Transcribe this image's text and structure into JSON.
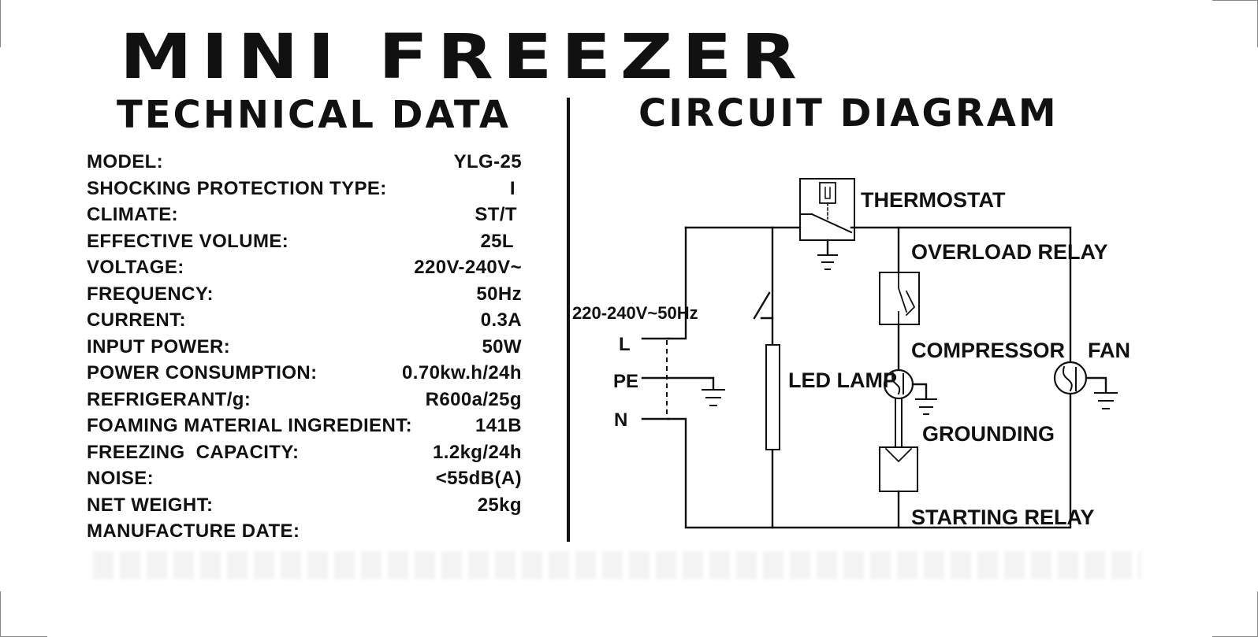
{
  "title": "MINI FREEZER",
  "technical_heading": "TECHNICAL DATA",
  "circuit_heading": "CIRCUIT DIAGRAM",
  "specs": [
    {
      "label": "MODEL:",
      "value": "YLG-25"
    },
    {
      "label": "SHOCKING PROTECTION TYPE:",
      "value": "I"
    },
    {
      "label": "CLIMATE:",
      "value": "ST/T"
    },
    {
      "label": "EFFECTIVE VOLUME:",
      "value": "25L"
    },
    {
      "label": "VOLTAGE:",
      "value": "220V-240V~"
    },
    {
      "label": "FREQUENCY:",
      "value": "50Hz"
    },
    {
      "label": "CURRENT:",
      "value": "0.3A"
    },
    {
      "label": "INPUT POWER:",
      "value": "50W"
    },
    {
      "label": "POWER CONSUMPTION:",
      "value": "0.70kw.h/24h"
    },
    {
      "label": "REFRIGERANT/g:",
      "value": "R600a/25g"
    },
    {
      "label": "FOAMING MATERIAL INGREDIENT:",
      "value": "141B"
    },
    {
      "label": "FREEZING  CAPACITY:",
      "value": "1.2kg/24h"
    },
    {
      "label": "NOISE:",
      "value": "<55dB(A)"
    },
    {
      "label": "NET WEIGHT:",
      "value": "25kg"
    },
    {
      "label": "MANUFACTURE DATE:",
      "value": ""
    }
  ],
  "circuit": {
    "supply_label": "220-240V~50Hz",
    "terminal_l": "L",
    "terminal_pe": "PE",
    "terminal_n": "N",
    "thermostat": "THERMOSTAT",
    "overload_relay": "OVERLOAD RELAY",
    "compressor": "COMPRESSOR",
    "grounding": "GROUNDING",
    "starting_relay": "STARTING RELAY",
    "led_lamp": "LED LAMP",
    "fan": "FAN"
  }
}
